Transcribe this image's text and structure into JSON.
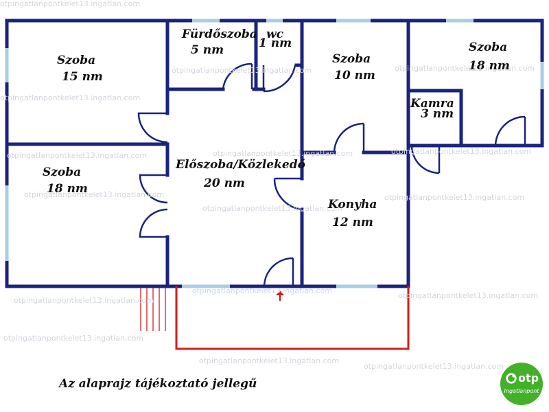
{
  "rooms": [
    {
      "label": "Szoba",
      "area": "15 nm"
    },
    {
      "label": "Fürdőszoba",
      "area": "5 nm"
    },
    {
      "label": "wc",
      "area": "1 nm"
    },
    {
      "label": "Szoba",
      "area": "10 nm"
    },
    {
      "label": "Szoba",
      "area": "18 nm"
    },
    {
      "label": "Kamra",
      "area": "3 nm"
    },
    {
      "label": "Szoba",
      "area": "18 nm"
    },
    {
      "label": "Előszoba/Közlekedő",
      "area": "20 nm"
    },
    {
      "label": "Konyha",
      "area": "12 nm"
    }
  ],
  "disclaimer": "Az alaprajz tájékoztató jellegű",
  "logo": {
    "brand": "otp",
    "subtitle": "Ingatlanpont"
  },
  "watermark_text": "otpingatlanpontkelet13.ingatlan.com",
  "colors": {
    "wall": "#1a237e",
    "window": "#aacde6",
    "terrace": "#d81b1b",
    "logo": "#43b02a"
  }
}
